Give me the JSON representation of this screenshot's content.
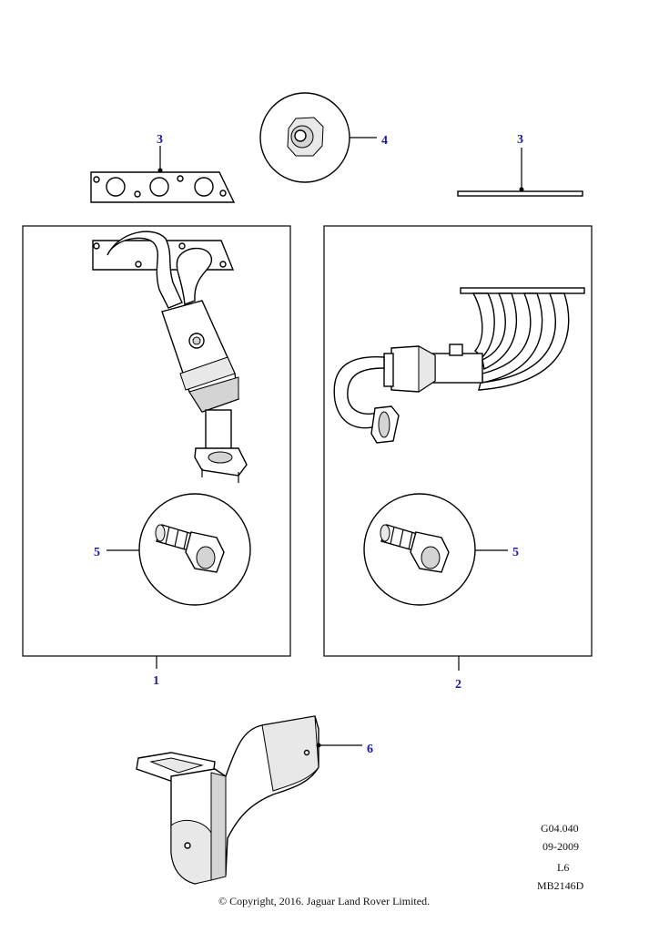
{
  "callouts": {
    "gasket_left": "3",
    "nut": "4",
    "gasket_right": "3",
    "manifold_assembly_a": "1",
    "manifold_assembly_b": "2",
    "stud_left": "5",
    "stud_right": "5",
    "heat_shield": "6"
  },
  "info": {
    "ref": "G04.040",
    "date": "09-2009",
    "engine": "L6",
    "drawing": "MB2146D"
  },
  "copyright": "© Copyright, 2016. Jaguar Land Rover Limited.",
  "colors": {
    "callout_text": "#1a1aa6",
    "line": "#000000"
  }
}
